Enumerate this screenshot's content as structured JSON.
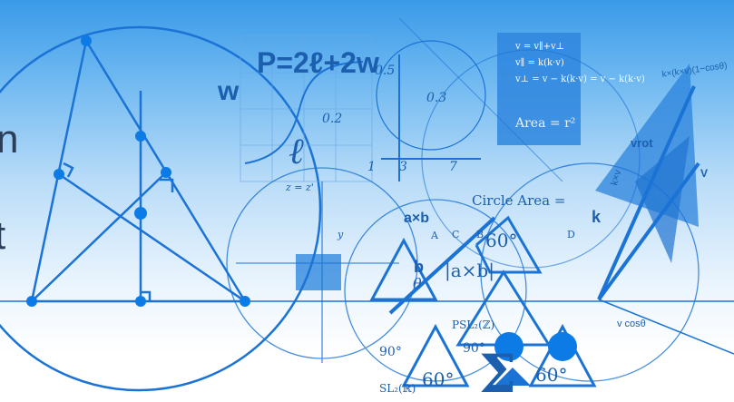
{
  "image_text": {
    "edge_letters": [
      "n",
      "t"
    ],
    "formula_main": "P=2ℓ+2w",
    "w_label": "w",
    "ell_label": "ℓ",
    "num_05": "0.5",
    "num_03": "0.3",
    "num_02": "0.2",
    "num_1": "1",
    "num_3": "3",
    "num_7": "7",
    "vec_lines": [
      "v = v∥+v⊥",
      "v∥ = k(k·v)",
      "v⊥ = v − k(k·v) = v − k(k·v)"
    ],
    "area_label": "Area = r²",
    "circle_area": "Circle Area =",
    "axb": "a×b",
    "bxy": "b",
    "abs_axb": "|a×b|",
    "theta": "θ",
    "sixty_a": "60°",
    "sixty_b": "60°",
    "sixty_c": "60°",
    "ninety_a": "90°",
    "ninety_b": "90°",
    "psl": "PSL₂(ℤ)",
    "sl": "SL₂(ℝ)",
    "sigma": "Σ",
    "vrot": "vrot",
    "kxv": "k×v",
    "k": "k",
    "vcos": "v cosθ",
    "kxkxv": "k×(k×v)(1−cosθ)",
    "zz": "z = z'",
    "letter_a": "A",
    "letter_b": "B",
    "letter_c": "C",
    "letter_d": "D",
    "letter_v": "V",
    "letter_y": "y"
  },
  "colors": {
    "accent": "#1b73d6",
    "dot": "#0d7be6",
    "box": "#3d8fe0"
  }
}
